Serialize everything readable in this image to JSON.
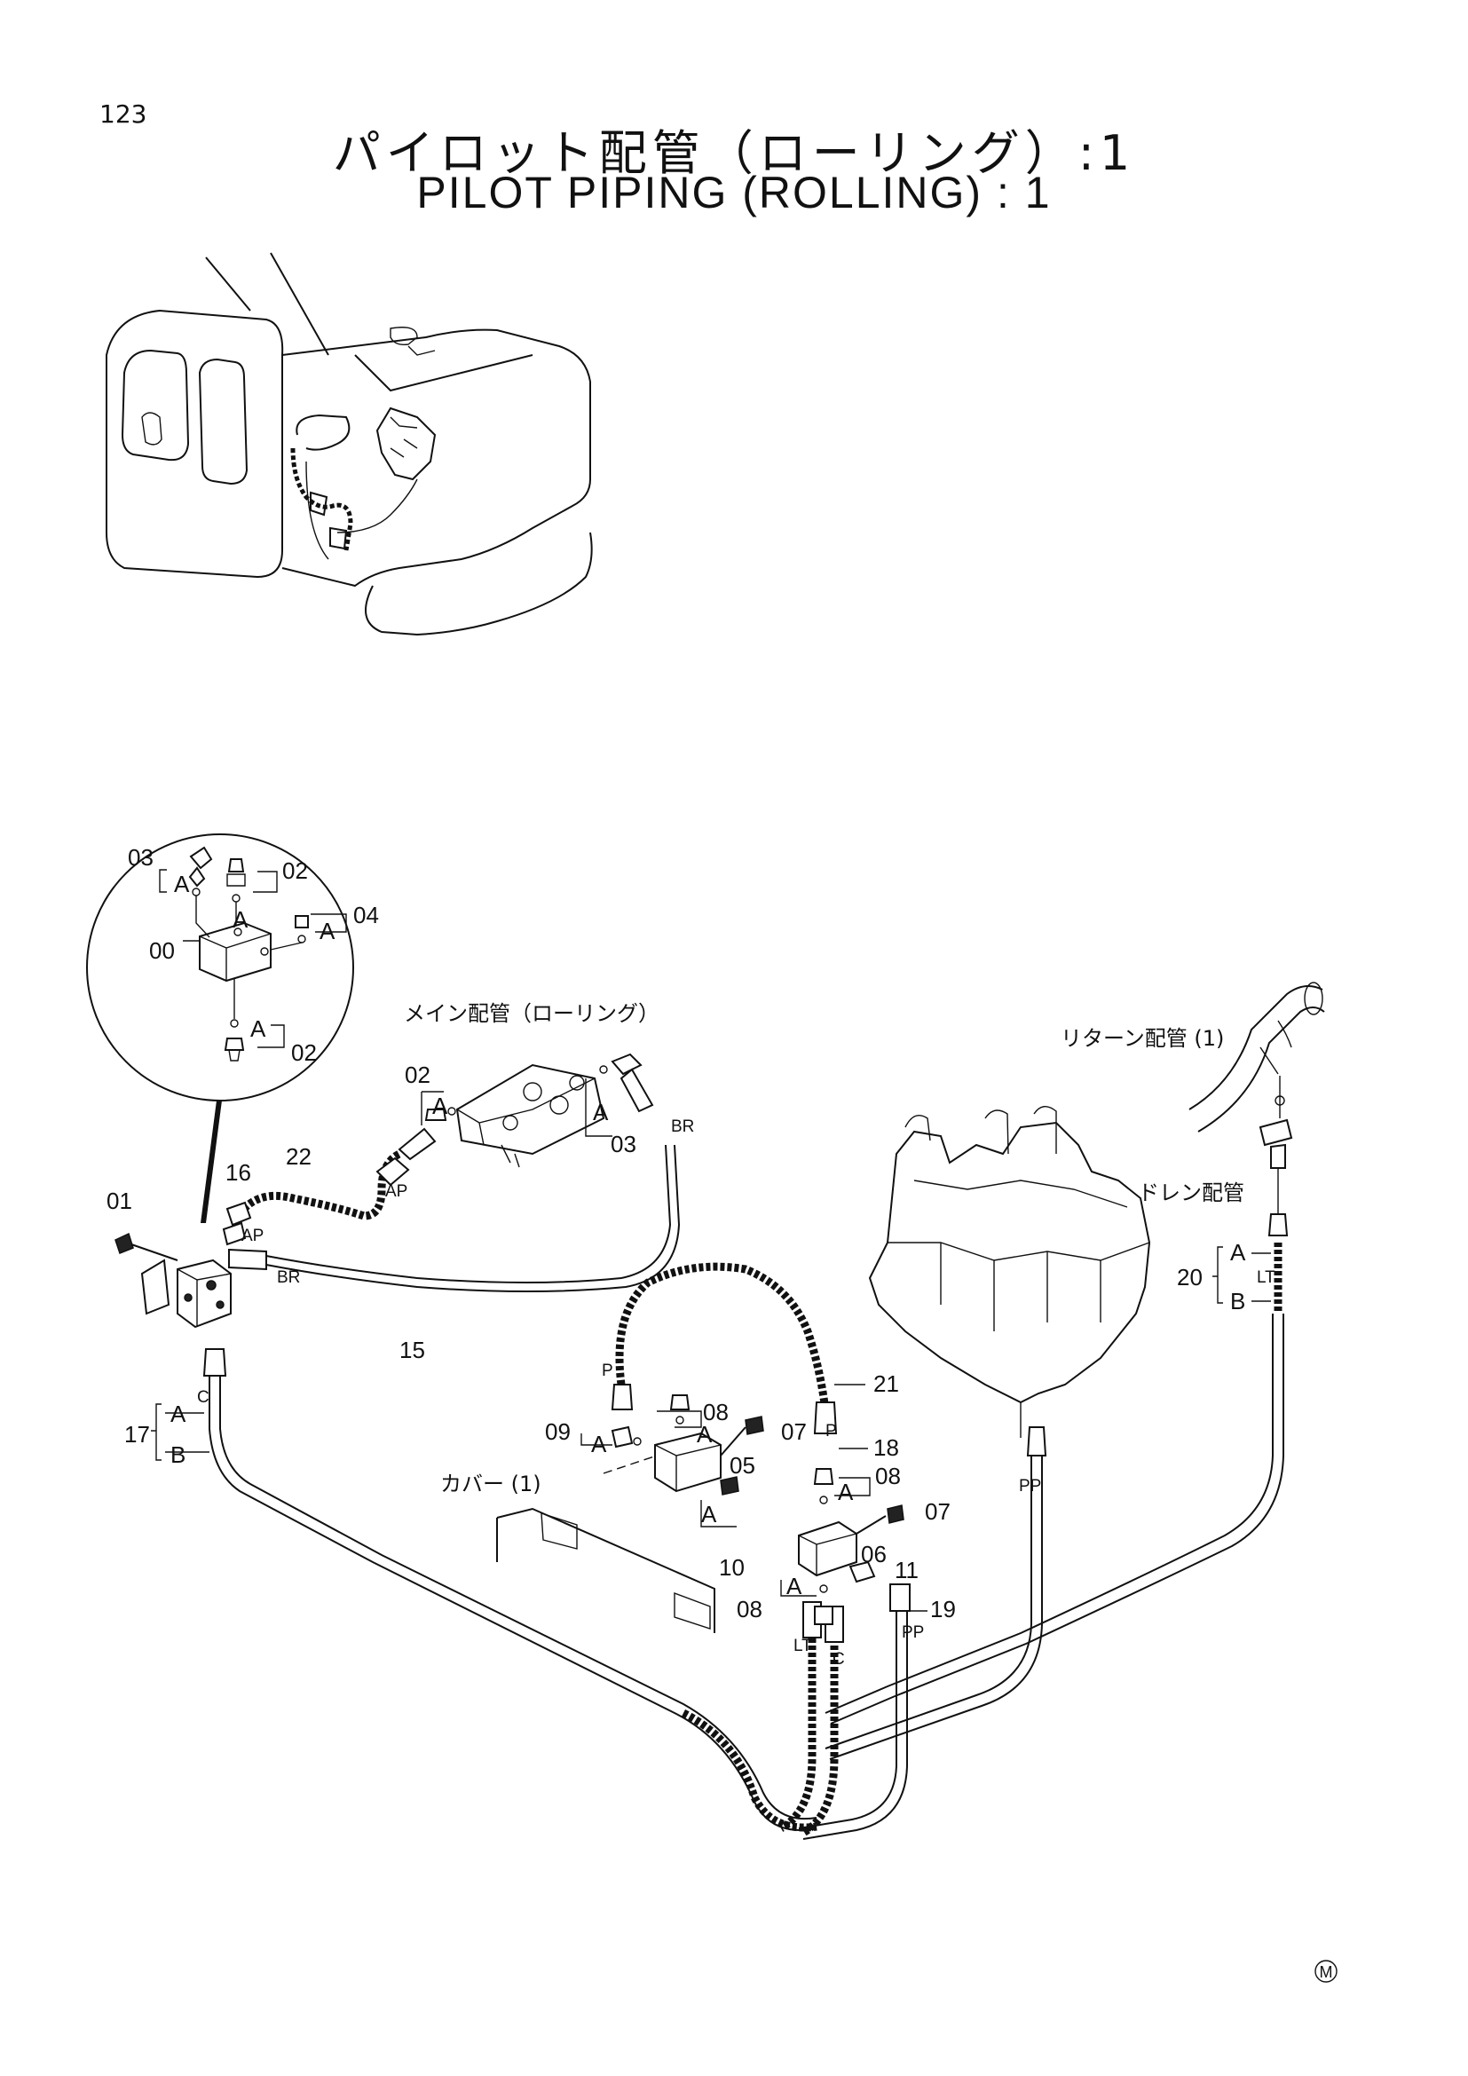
{
  "page_number": "123",
  "title_jp": "パイロット配管（ローリング）:1",
  "title_en": "PILOT PIPING (ROLLING) : 1",
  "labels": {
    "main_piping": "メイン配管（ローリング）",
    "return_piping": "リターン配管 (1)",
    "drain_piping": "ドレン配管",
    "cover": "カバー (1)",
    "maker_mark": "M"
  },
  "part_numbers": {
    "p00": "00",
    "p01": "01",
    "p02_detail_top": "02",
    "p02_detail_bottom": "02",
    "p02_main": "02",
    "p03_detail": "03",
    "p03_main": "03",
    "p04": "04",
    "p05": "05",
    "p06": "06",
    "p07_a": "07",
    "p07_b": "07",
    "p08_a": "08",
    "p08_b": "08",
    "p08_c": "08",
    "p09": "09",
    "p10": "10",
    "p11": "11",
    "p15": "15",
    "p16": "16",
    "p17": "17",
    "p18": "18",
    "p19": "19",
    "p20": "20",
    "p21": "21",
    "p22": "22"
  },
  "port_letters": {
    "a_detail_1": "A",
    "a_detail_2": "A",
    "a_detail_3": "A",
    "a_detail_4": "A",
    "a_main_1": "A",
    "a_main_2": "A",
    "a_17": "A",
    "b_17": "B",
    "c_17": "C",
    "a_20": "A",
    "b_20": "B",
    "lt_20": "LT",
    "a_09": "A",
    "a_08": "A",
    "a_10": "A",
    "a_08b": "A",
    "a_08c": "A",
    "ap_1": "AP",
    "ap_2": "AP",
    "br_1": "BR",
    "br_2": "BR",
    "p_1": "P",
    "p_2": "P",
    "pp_1": "PP",
    "pp_2": "PP",
    "lt_bottom": "LT",
    "c_bottom": "C"
  }
}
